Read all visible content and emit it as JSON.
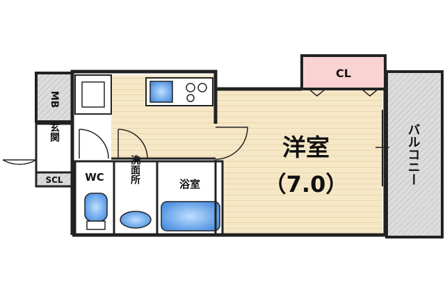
{
  "rooms": {
    "western_room": {
      "label": "洋室",
      "size": "（7.0）"
    },
    "closet": "CL",
    "balcony": "バルコニー",
    "meter_box": "MB",
    "entrance": "玄関",
    "shoe_closet": "SCL",
    "toilet": "WC",
    "washroom": "洗面所",
    "bathroom": "浴室"
  },
  "colors": {
    "wall": "#222222",
    "floor": "#f6e7c6",
    "floor_lines": "#dfc49a",
    "closet": "#f9d2d2",
    "balcony": "#d9d9d9",
    "fixtures": "#4a8ee0",
    "wet_area": "#ffffff"
  }
}
